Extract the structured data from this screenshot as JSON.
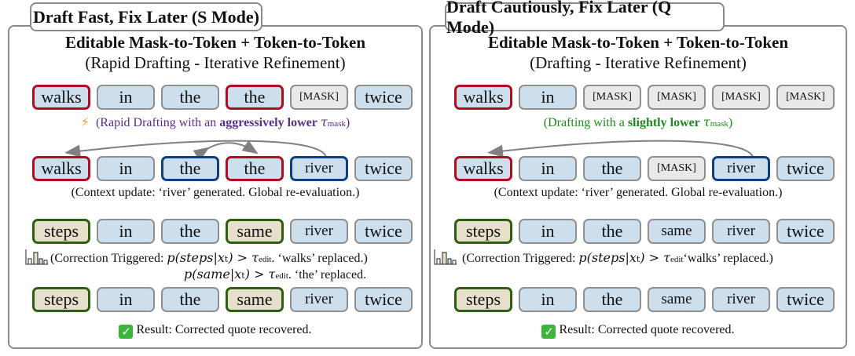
{
  "left_panel": {
    "tab_title": "Draft Fast, Fix Later (S Mode)",
    "heading": "Editable Mask-to-Token + Token-to-Token",
    "subheading": "(Rapid Drafting - Iterative Refinement)",
    "row1": [
      "walks",
      "in",
      "the",
      "the",
      "[MASK]",
      "twice"
    ],
    "note1": {
      "icon": "lightning-icon",
      "prefix": "(Rapid Drafting with an ",
      "bold": "aggressively lower",
      "math": "τ",
      "math_sub": "mask",
      "suffix": ")"
    },
    "row2": [
      "walks",
      "in",
      "the",
      "the",
      "river",
      "twice"
    ],
    "note2": "(Context update: ‘river’ generated. Global re-evaluation.)",
    "row3": [
      "steps",
      "in",
      "the",
      "same",
      "river",
      "twice"
    ],
    "note3_line1": {
      "prefix": "(Correction Triggered: ",
      "math": "p(steps|x",
      "math_sub_t": "t",
      "math_mid": ") > τ",
      "math_sub": "edit",
      "suffix": ". ‘walks’ replaced.)"
    },
    "note3_line2": {
      "math": "p(same|x",
      "math_sub_t": "t",
      "math_mid": ") > τ",
      "math_sub": "edit",
      "suffix": ". ‘the’ replaced."
    },
    "row4": [
      "steps",
      "in",
      "the",
      "same",
      "river",
      "twice"
    ],
    "result": "Result: Corrected quote recovered."
  },
  "right_panel": {
    "tab_title": "Draft Cautiously, Fix Later (Q Mode)",
    "heading": "Editable Mask-to-Token + Token-to-Token",
    "subheading": "(Drafting - Iterative Refinement)",
    "row1": [
      "walks",
      "in",
      "[MASK]",
      "[MASK]",
      "[MASK]",
      "[MASK]"
    ],
    "note1": {
      "prefix": "(Drafting with a ",
      "bold": "slightly lower",
      "math": "τ",
      "math_sub": "mask",
      "suffix": ")"
    },
    "row2": [
      "walks",
      "in",
      "the",
      "[MASK]",
      "river",
      "twice"
    ],
    "note2": "(Context update: ‘river’ generated. Global re-evaluation.)",
    "row3": [
      "steps",
      "in",
      "the",
      "same",
      "river",
      "twice"
    ],
    "note3_line1": {
      "prefix": "(Correction Triggered: ",
      "math": "p(steps|x",
      "math_sub_t": "t",
      "math_mid": ") > τ",
      "math_sub": "edit",
      "suffix": "‘walks’ replaced.)"
    },
    "row4": [
      "steps",
      "in",
      "the",
      "same",
      "river",
      "twice"
    ],
    "result": "Result: Corrected quote recovered."
  },
  "colors": {
    "replaced": "#b00c24",
    "context": "#0d3f80",
    "corrected": "#2f5e10",
    "token_fill": "#cddeec",
    "mask_fill": "#e9e9e9",
    "corrected_fill": "#e6dfcc"
  }
}
